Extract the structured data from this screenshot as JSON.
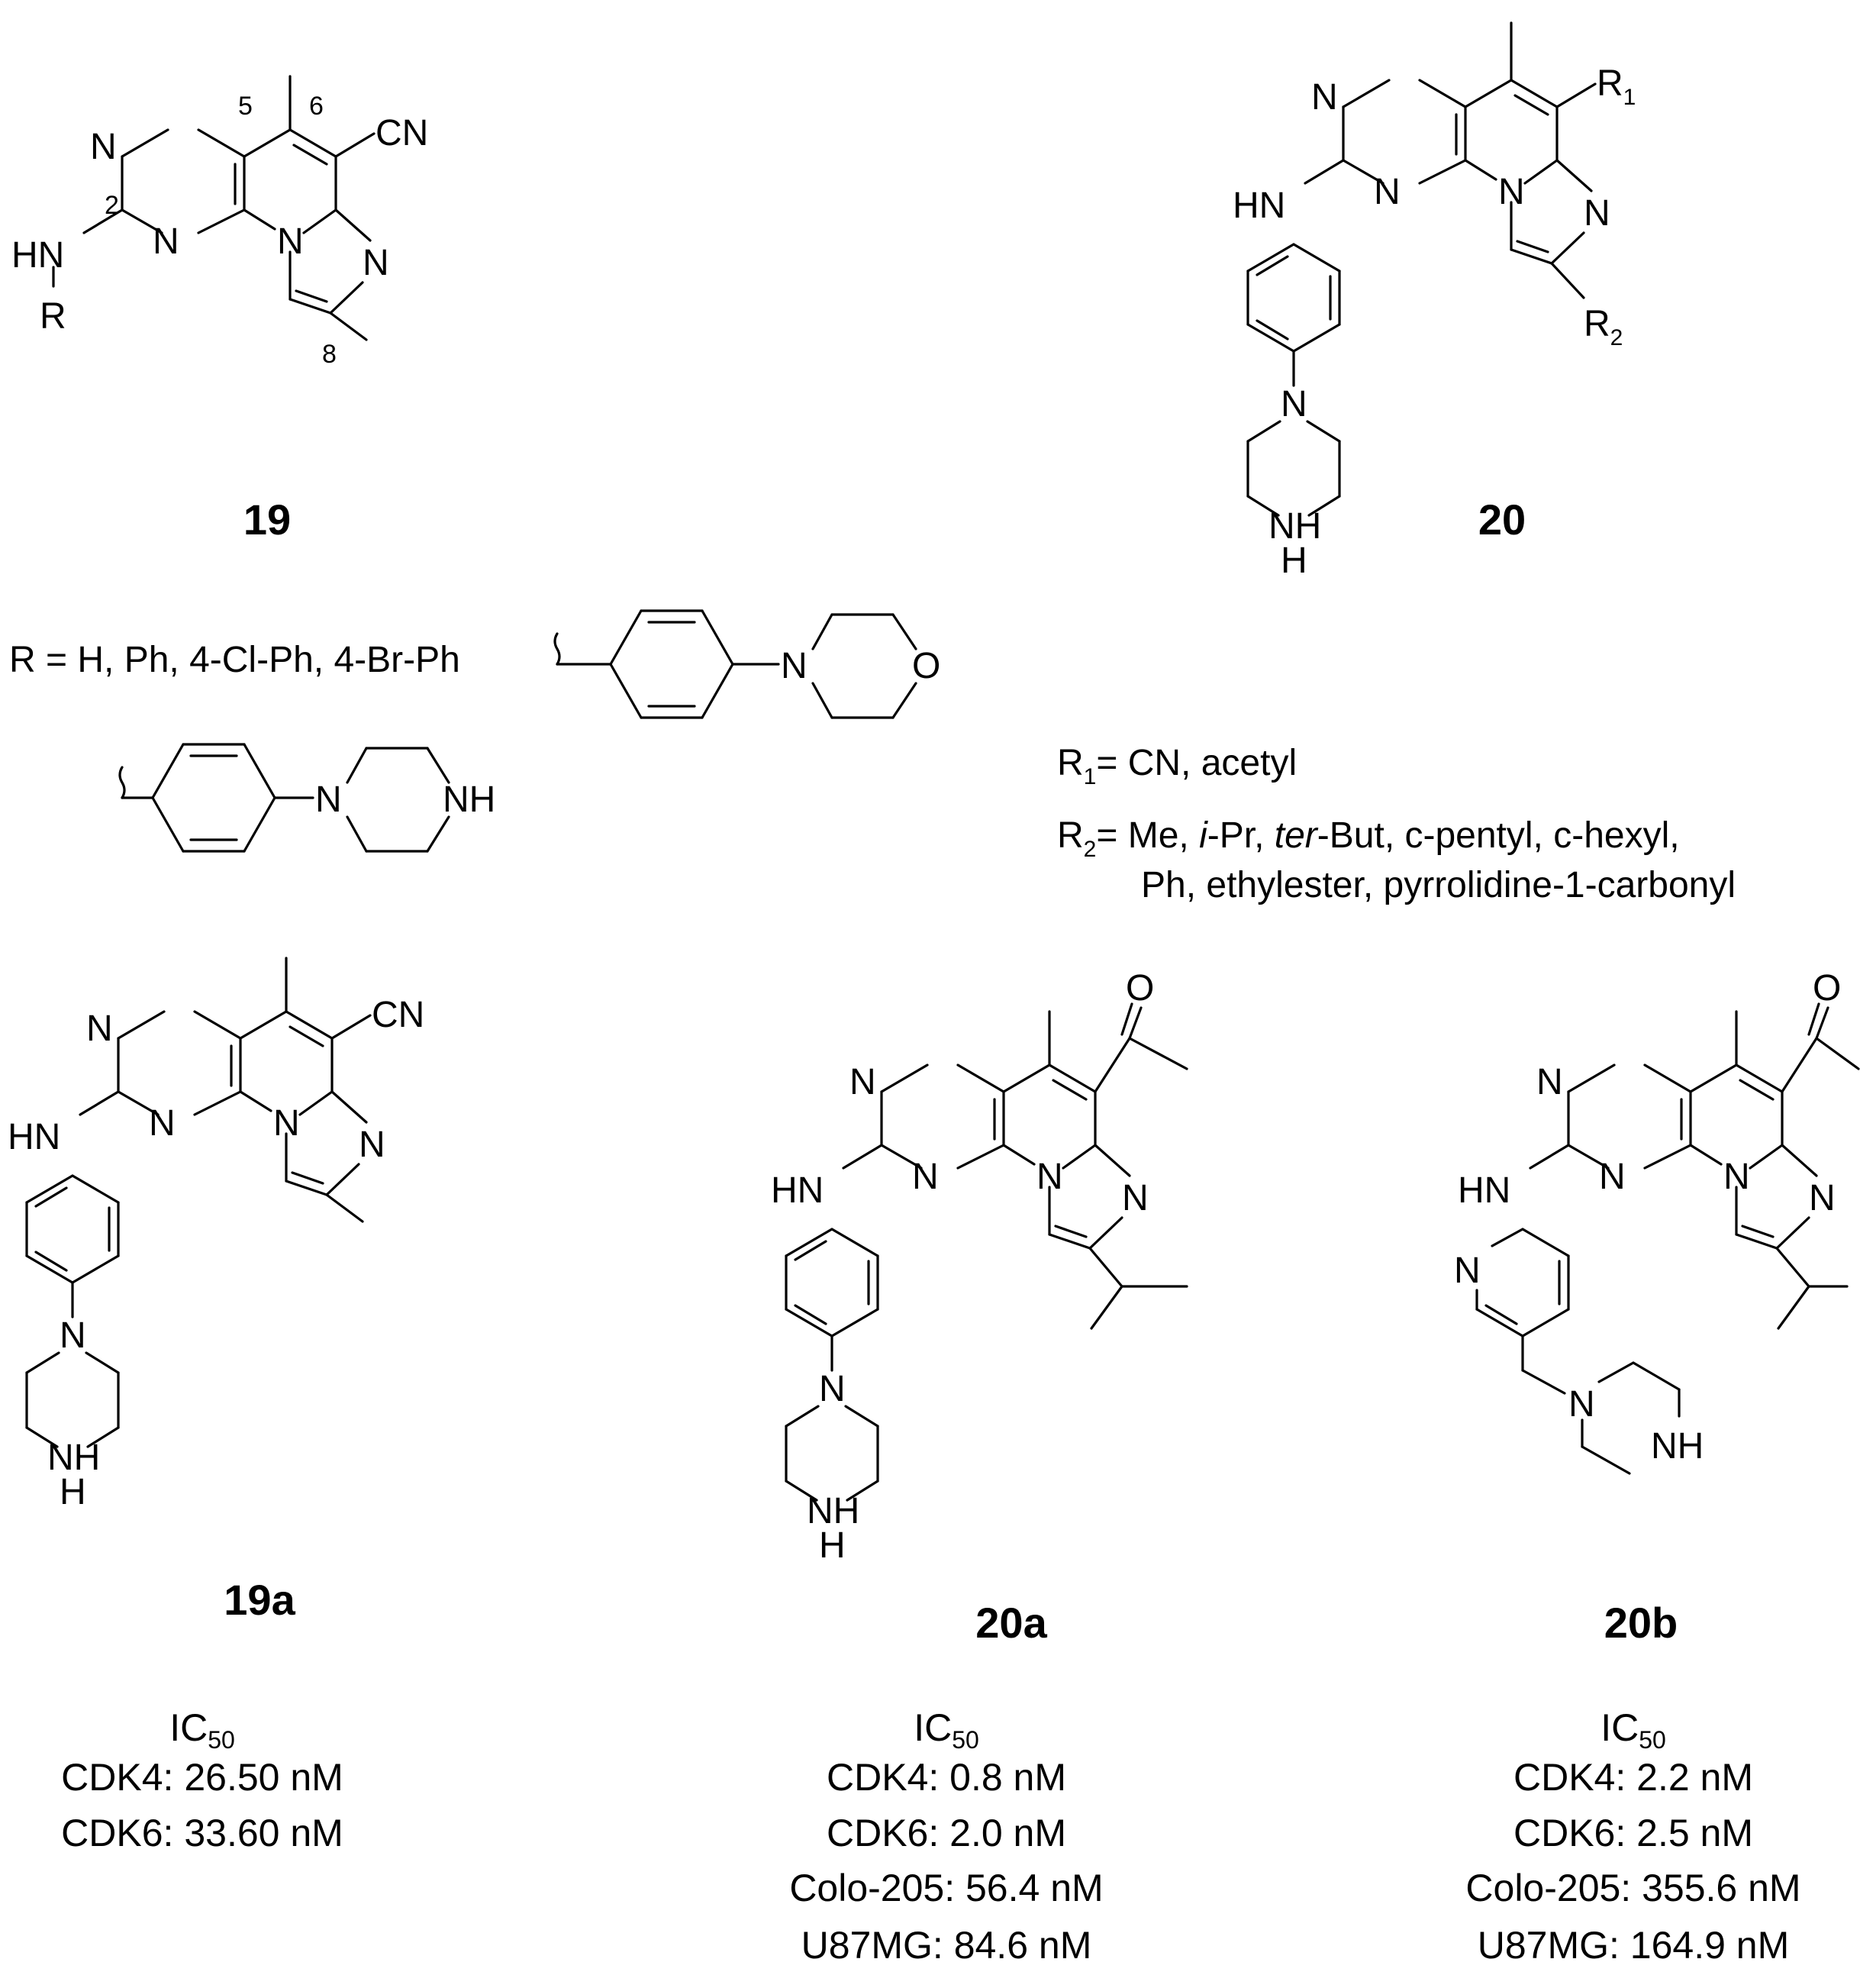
{
  "compounds": {
    "c19": {
      "label": "19"
    },
    "c20": {
      "label": "20"
    },
    "c19a": {
      "label": "19a"
    },
    "c20a": {
      "label": "20a"
    },
    "c20b": {
      "label": "20b"
    }
  },
  "atoms": {
    "N": "N",
    "HN": "HN",
    "CN": "CN",
    "NH": "NH",
    "H": "H",
    "O": "O",
    "R": "R",
    "R1": "R",
    "R1_sub": "1",
    "R2": "R",
    "R2_sub": "2",
    "pos2": "2",
    "pos5": "5",
    "pos6": "6",
    "pos8": "8"
  },
  "substituents": {
    "r_line": "R = H, Ph, 4-Cl-Ph, 4-Br-Ph",
    "r1_prefix": "R",
    "r1_sub": "1",
    "r1_text": "= CN, acetyl",
    "r2_prefix": "R",
    "r2_sub": "2",
    "r2_text_1": "= Me, ",
    "r2_ipr": "i",
    "r2_text_2": "-Pr, ",
    "r2_ter": "ter",
    "r2_text_3": "-But, c-pentyl, c-hexyl,",
    "r2_line2": "Ph, ethylester, pyrrolidine-1-carbonyl"
  },
  "activity": {
    "ic50_prefix": "IC",
    "ic50_sub": "50",
    "c19a": [
      "CDK4: 26.50 nM",
      "CDK6: 33.60 nM"
    ],
    "c20a": [
      "CDK4: 0.8 nM",
      "CDK6: 2.0 nM",
      "Colo-205: 56.4 nM",
      "U87MG: 84.6 nM"
    ],
    "c20b": [
      "CDK4: 2.2 nM",
      "CDK6: 2.5 nM",
      "Colo-205: 355.6 nM",
      "U87MG: 164.9 nM"
    ]
  }
}
